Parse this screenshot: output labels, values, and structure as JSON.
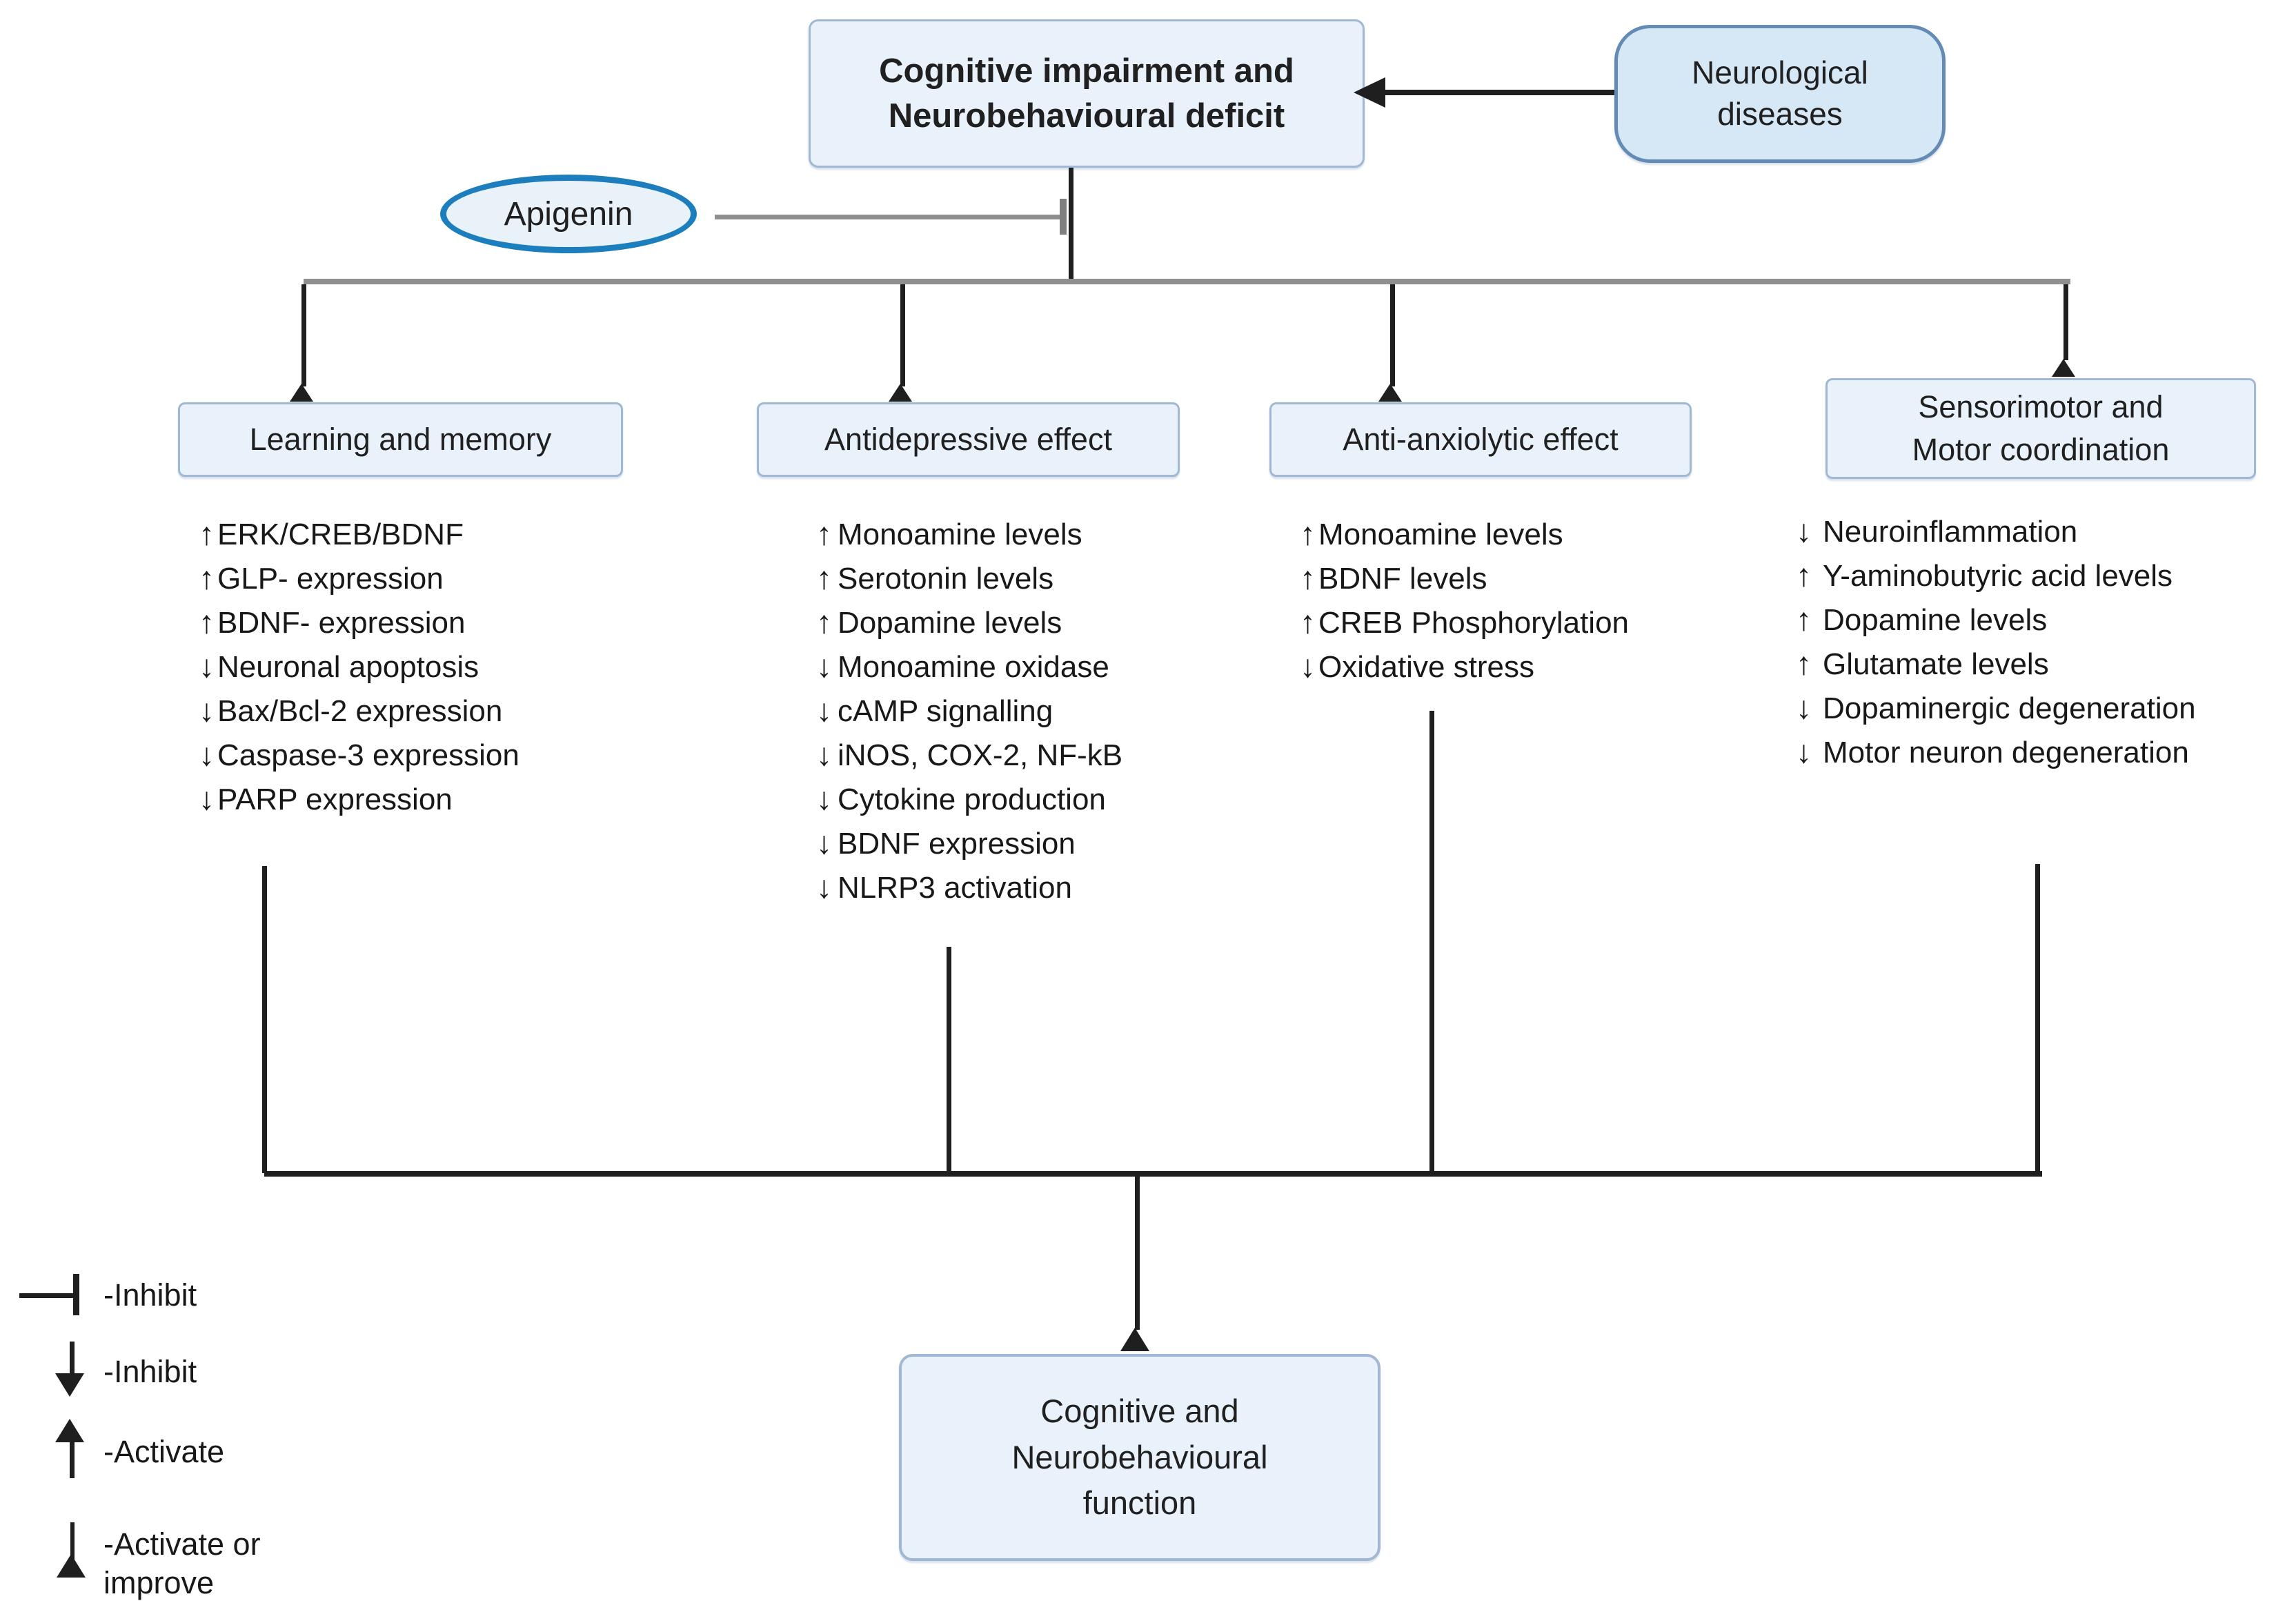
{
  "palette": {
    "box_fill": "#e9f1fa",
    "box_border": "#a0b8d4",
    "neuro_fill": "#d6e7f6",
    "neuro_border": "#638bb3",
    "api_fill": "#e9f1f9",
    "api_border": "#1d7ebd",
    "ink": "#1f1f1f",
    "gray_line": "#8f8f8f"
  },
  "top_box": {
    "line1": "Cognitive impairment and",
    "line2": "Neurobehavioural deficit"
  },
  "neurological_box": {
    "line1": "Neurological",
    "line2": "diseases"
  },
  "apigenin_label": "Apigenin",
  "columns": [
    {
      "title_line1": "Learning and memory",
      "items": [
        {
          "arrow": "↑",
          "text": "ERK/CREB/BDNF"
        },
        {
          "arrow": "↑",
          "text": "GLP- expression"
        },
        {
          "arrow": "↑",
          "text": "BDNF- expression"
        },
        {
          "arrow": "↓",
          "text": "Neuronal apoptosis"
        },
        {
          "arrow": "↓",
          "text": "Bax/Bcl-2 expression"
        },
        {
          "arrow": "↓",
          "text": "Caspase-3 expression"
        },
        {
          "arrow": "↓",
          "text": "PARP expression"
        }
      ]
    },
    {
      "title_line1": "Antidepressive effect",
      "items": [
        {
          "arrow": "↑",
          "text": "Monoamine levels"
        },
        {
          "arrow": "↑",
          "text": "Serotonin levels"
        },
        {
          "arrow": "↑",
          "text": "Dopamine levels"
        },
        {
          "arrow": "↓",
          "text": "Monoamine oxidase"
        },
        {
          "arrow": "↓",
          "text": "cAMP signalling"
        },
        {
          "arrow": "↓",
          "text": "iNOS, COX-2, NF-kB"
        },
        {
          "arrow": "↓",
          "text": "Cytokine production"
        },
        {
          "arrow": "↓",
          "text": "BDNF expression"
        },
        {
          "arrow": "↓",
          "text": "NLRP3 activation"
        }
      ]
    },
    {
      "title_line1": "Anti-anxiolytic effect",
      "items": [
        {
          "arrow": "↑",
          "text": "Monoamine levels"
        },
        {
          "arrow": "↑",
          "text": "BDNF levels"
        },
        {
          "arrow": "↑",
          "text": "CREB Phosphorylation"
        },
        {
          "arrow": "↓",
          "text": "Oxidative stress"
        }
      ]
    },
    {
      "title_line1": "Sensorimotor and",
      "title_line2": "Motor coordination",
      "items": [
        {
          "arrow": "↓",
          "text": "Neuroinflammation"
        },
        {
          "arrow": "↑",
          "text": "Y-aminobutyric acid levels"
        },
        {
          "arrow": "↑",
          "text": "Dopamine levels"
        },
        {
          "arrow": "↑",
          "text": "Glutamate levels"
        },
        {
          "arrow": "↓",
          "text": "Dopaminergic degeneration"
        },
        {
          "arrow": "↓",
          "text": "Motor neuron degeneration"
        }
      ]
    }
  ],
  "bottom_box": {
    "line1": "Cognitive and",
    "line2": "Neurobehavioural",
    "line3": "function"
  },
  "legend": {
    "tbar_label": "-Inhibit",
    "down_label": "-Inhibit",
    "up_label": "-Activate",
    "improve_label_line1": "-Activate or",
    "improve_label_line2": "improve"
  }
}
